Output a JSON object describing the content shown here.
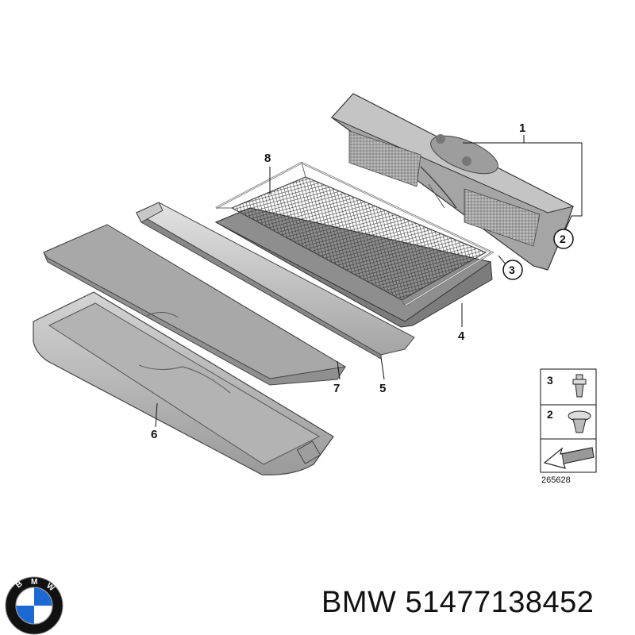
{
  "callouts": {
    "c1": "1",
    "c2": "2",
    "c3": "3",
    "c4": "4",
    "c5": "5",
    "c6": "6",
    "c7": "7",
    "c8": "8"
  },
  "legend": {
    "row1_num": "3",
    "row2_num": "2"
  },
  "diagram_number": "265628",
  "caption": {
    "brand": "BMW",
    "part_number": "51477138452"
  },
  "logo": {
    "letters": "BMW",
    "colors": {
      "ring": "#111111",
      "blue": "#1c69d4",
      "white": "#ffffff"
    }
  }
}
